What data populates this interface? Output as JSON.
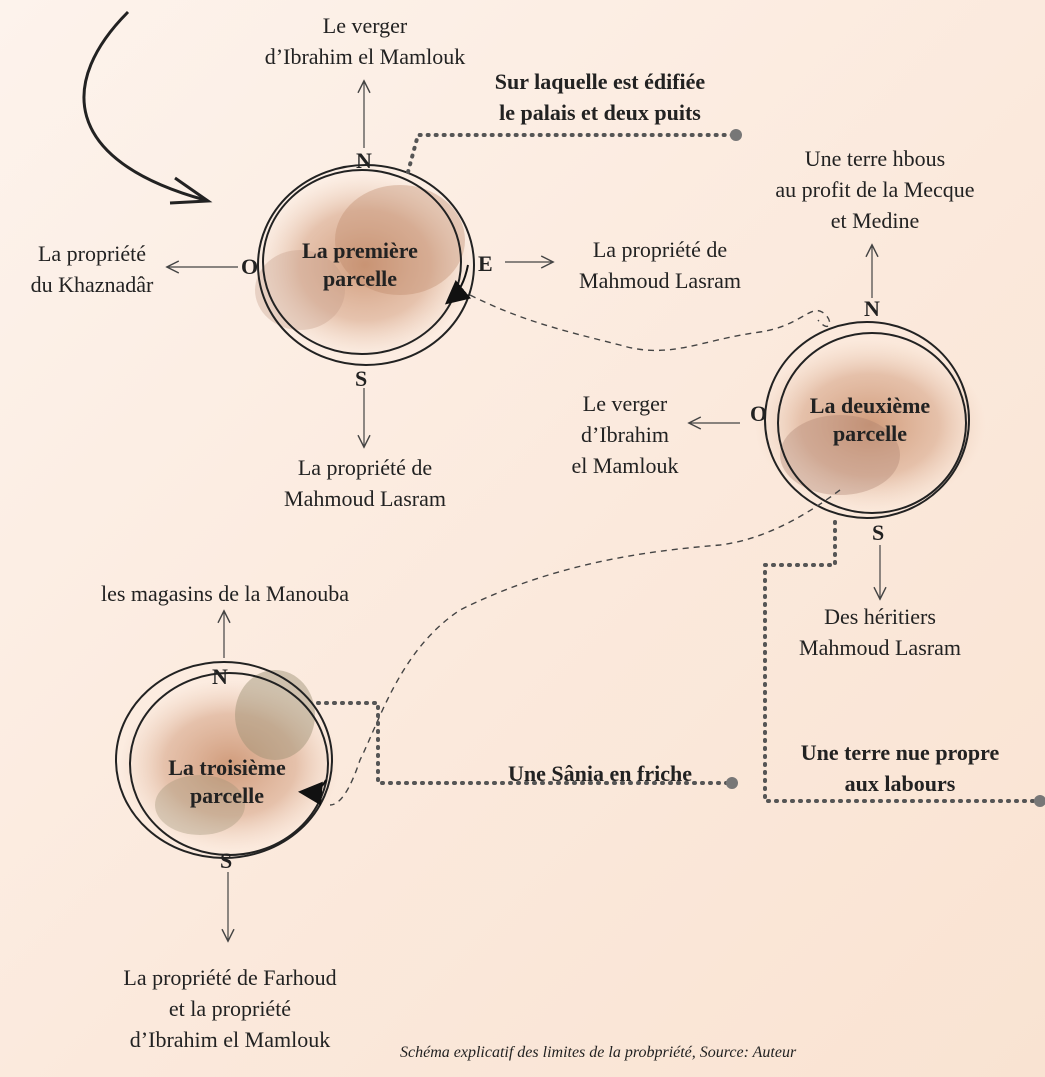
{
  "parcels": [
    {
      "title": [
        "La première",
        "parcelle"
      ],
      "directions": {
        "N": "N",
        "O": "O",
        "E": "E",
        "S": "S"
      },
      "neighbors": {
        "north": [
          "Le verger",
          "d’Ibrahim el Mamlouk"
        ],
        "west": [
          "La propriété",
          "du Khaznadâr"
        ],
        "east": [
          "La propriété de",
          "Mahmoud Lasram"
        ],
        "south": [
          "La propriété de",
          "Mahmoud Lasram"
        ]
      },
      "note": [
        "Sur laquelle est édifiée",
        "le palais et deux puits"
      ]
    },
    {
      "title": [
        "La deuxième",
        "parcelle"
      ],
      "directions": {
        "N": "N",
        "O": "O",
        "S": "S"
      },
      "neighbors": {
        "north": [
          "Une terre hbous",
          "au profit de la Mecque",
          "et Medine"
        ],
        "west": [
          "Le verger",
          "d’Ibrahim",
          "el Mamlouk"
        ],
        "south": [
          "Des héritiers",
          "Mahmoud Lasram"
        ]
      },
      "note": [
        "Une terre nue propre",
        "aux labours"
      ]
    },
    {
      "title": [
        "La troisième",
        "parcelle"
      ],
      "directions": {
        "N": "N",
        "S": "S"
      },
      "neighbors": {
        "north": [
          "les magasins de la Manouba"
        ],
        "south": [
          "La propriété de Farhoud",
          "et la propriété",
          "d’Ibrahim el Mamlouk"
        ]
      },
      "note": [
        "Une Sânia en friche"
      ]
    }
  ],
  "caption": "Schéma explicatif des limites de la probpriété,   Source: Auteur"
}
